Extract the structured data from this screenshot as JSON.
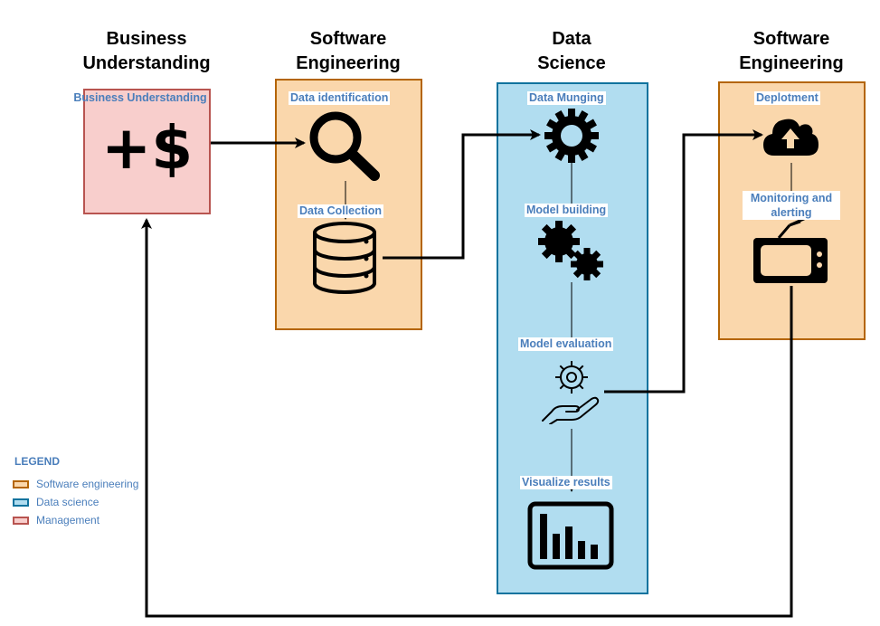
{
  "stages": [
    {
      "title": "Business\nUnderstanding"
    },
    {
      "title": "Software\nEngineering"
    },
    {
      "title": "Data\nScience"
    },
    {
      "title": "Software\nEngineering"
    }
  ],
  "steps": {
    "business_understanding": "Business Understanding",
    "data_identification": "Data identification",
    "data_collection": "Data Collection",
    "data_munging": "Data Munging",
    "model_building": "Model building",
    "model_evaluation": "Model evaluation",
    "visualize_results": "Visualize results",
    "deployment": "Deplotment",
    "monitoring_line1": "Monitoring and",
    "monitoring_line2": "alerting"
  },
  "legend": {
    "title": "LEGEND",
    "items": [
      {
        "label": "Software engineering",
        "fill": "#fad7ac",
        "stroke": "#b46504"
      },
      {
        "label": "Data science",
        "fill": "#b1ddf0",
        "stroke": "#10739e"
      },
      {
        "label": "Management",
        "fill": "#f8cecc",
        "stroke": "#b85450"
      }
    ]
  },
  "colors": {
    "software_engineering": "#fad7ac",
    "data_science": "#b1ddf0",
    "management": "#f8cecc",
    "label_text": "#4a7ebb"
  },
  "icons": [
    "dollar-plus-icon",
    "search-icon",
    "database-icon",
    "gear-icon",
    "gears-icon",
    "hand-gear-icon",
    "bar-chart-icon",
    "cloud-upload-icon",
    "tv-icon"
  ]
}
